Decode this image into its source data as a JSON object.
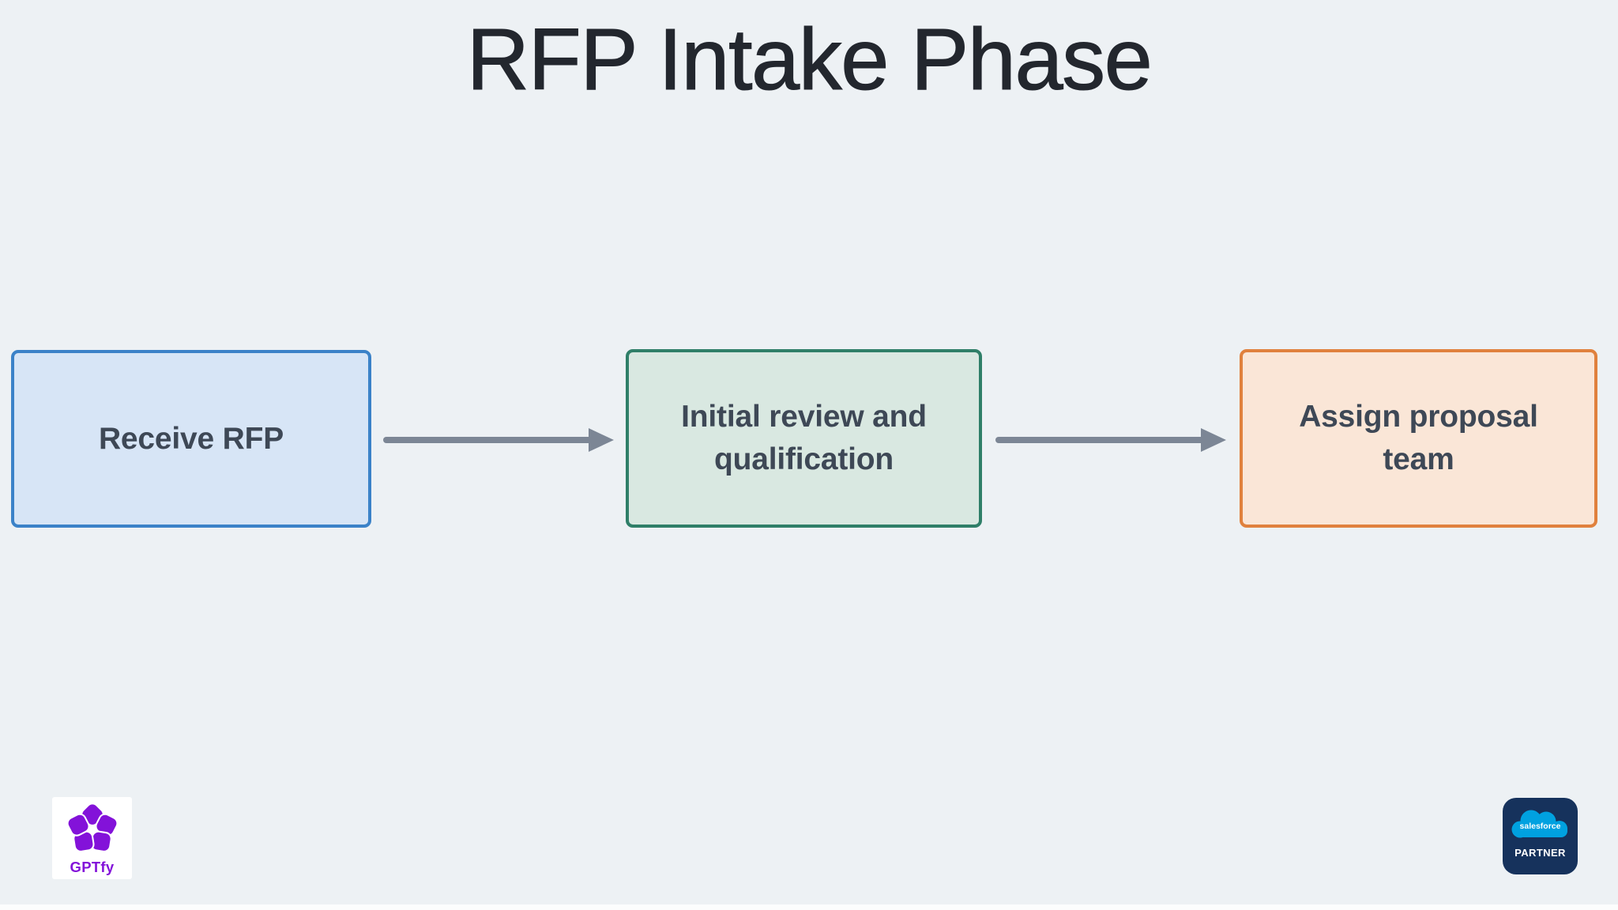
{
  "title": "RFP Intake Phase",
  "background_color": "#edf1f4",
  "title_color": "#23272e",
  "diagram": {
    "node_text_color": "#3e4856",
    "arrow_color": "#7c8695",
    "nodes": [
      {
        "label": "Receive RFP",
        "fill": "#d7e5f6",
        "border": "#3b82c8"
      },
      {
        "label": "Initial review and qualification",
        "fill": "#d9e8e1",
        "border": "#2f7f68"
      },
      {
        "label": "Assign proposal team",
        "fill": "#fae6d7",
        "border": "#e0813d"
      }
    ],
    "arrows": [
      {
        "from": "Receive RFP",
        "to": "Initial review and qualification"
      },
      {
        "from": "Initial review and qualification",
        "to": "Assign proposal team"
      }
    ]
  },
  "branding": {
    "gptfy": {
      "label": "GPTfy",
      "color": "#8312d9",
      "card_color": "#ffffff"
    },
    "salesforce": {
      "wordmark": "salesforce",
      "partner_label": "PARTNER",
      "badge_color": "#16325c",
      "cloud_color": "#00a1e0"
    }
  }
}
